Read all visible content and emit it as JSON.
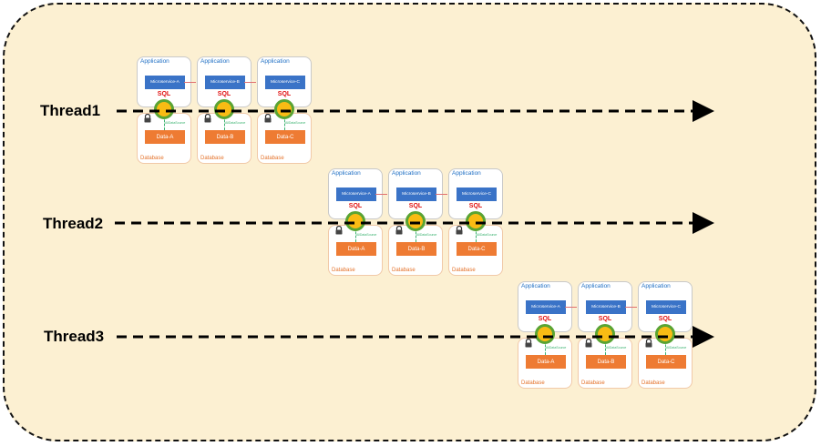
{
  "threads": [
    {
      "label": "Thread1"
    },
    {
      "label": "Thread2"
    },
    {
      "label": "Thread3"
    }
  ],
  "cluster": {
    "application_label": "Application",
    "database_label": "Database",
    "sql_label": "SQL",
    "datasource_label": "AllDataSource",
    "microservices": [
      "Microservice-A",
      "Microservice-B",
      "Microservice-C"
    ],
    "datas": [
      "Data-A",
      "Data-B",
      "Data-C"
    ]
  },
  "colors": {
    "background": "#fcf0d2",
    "microservice": "#3a73c7",
    "data": "#ee7b33",
    "sql": "#e01010",
    "proxy_ring": "#5aa433",
    "proxy_core": "#f9bb14"
  }
}
